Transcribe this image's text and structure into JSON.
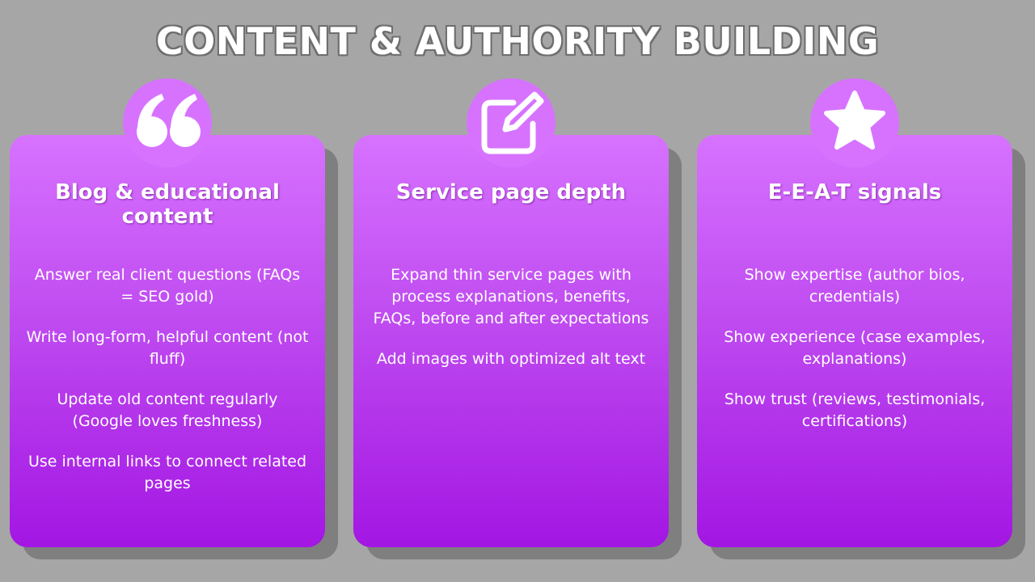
{
  "title": "CONTENT & AUTHORITY BUILDING",
  "cards": [
    {
      "icon": "quote-icon",
      "title": "Blog & educational content",
      "items": [
        "Answer real client questions (FAQs = SEO gold)",
        "Write long-form, helpful content (not fluff)",
        "Update old content regularly (Google loves freshness)",
        "Use internal links to connect related pages"
      ]
    },
    {
      "icon": "edit-icon",
      "title": "Service page depth",
      "items": [
        "Expand thin service pages with process explanations, benefits, FAQs, before and after expectations",
        "Add images with optimized alt text"
      ]
    },
    {
      "icon": "star-icon",
      "title": "E-E-A-T signals",
      "items": [
        "Show expertise (author bios, credentials)",
        "Show experience (case examples, explanations)",
        "Show trust (reviews, testimonials, certifications)"
      ]
    }
  ]
}
